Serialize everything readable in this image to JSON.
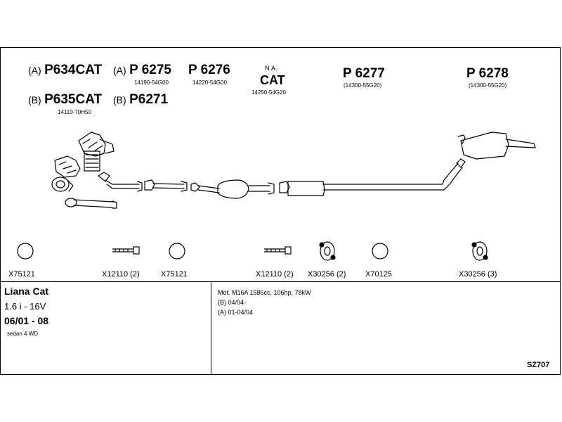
{
  "parts": [
    {
      "prefix": "(A)",
      "code": "P634CAT",
      "oe": ""
    },
    {
      "prefix": "(A)",
      "code": "P 6275",
      "oe": "14190-54G00"
    },
    {
      "prefix": "",
      "code": "P 6276",
      "oe": "14220-54G00"
    },
    {
      "prefix": "(B)",
      "code": "P635CAT",
      "oe": "14110-70H50"
    },
    {
      "prefix": "(B)",
      "code": "P6271",
      "oe": ""
    },
    {
      "prefix": "",
      "code": "P 6277",
      "oe": "(14300-55G20)"
    },
    {
      "prefix": "",
      "code": "P 6278",
      "oe": "(14300-55G20)"
    }
  ],
  "cat": {
    "note": "N.A.",
    "label": "CAT",
    "oe": "14250-54G20"
  },
  "hardware": [
    {
      "label": "X75121",
      "icon": "ring-gasket-icon"
    },
    {
      "label": "X12110 (2)",
      "icon": "bolt-icon"
    },
    {
      "label": "X75121",
      "icon": "ring-gasket-icon"
    },
    {
      "label": "X12110 (2)",
      "icon": "bolt-icon"
    },
    {
      "label": "X30256 (2)",
      "icon": "rubber-hanger-icon"
    },
    {
      "label": "X70125",
      "icon": "ring-gasket-icon"
    },
    {
      "label": "X30256 (3)",
      "icon": "rubber-hanger-icon"
    }
  ],
  "vehicle": {
    "model": "Liana Cat",
    "engine": "1.6 i - 16V",
    "years": "06/01 - 08",
    "body": "sedan 4 WD"
  },
  "engine_notes": {
    "line1": "Mot. M16A 1586cc, 106hp, 78kW",
    "line2": "(B) 04/04-",
    "line3": "(A) 01-04/04"
  },
  "diagram_code": "SZ707"
}
